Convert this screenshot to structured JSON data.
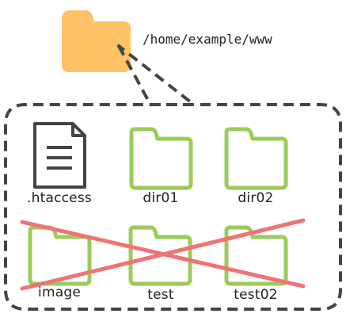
{
  "parent": {
    "path": "/home/example/www",
    "icon": "folder-icon",
    "color": "#FFC266"
  },
  "items": [
    {
      "name": ".htaccess",
      "icon": "file-icon",
      "color": "#444444",
      "excluded": false
    },
    {
      "name": "dir01",
      "icon": "folder-outline-icon",
      "color": "#9BCB5A",
      "excluded": false
    },
    {
      "name": "dir02",
      "icon": "folder-outline-icon",
      "color": "#9BCB5A",
      "excluded": false
    },
    {
      "name": "image",
      "icon": "folder-outline-icon",
      "color": "#9BCB5A",
      "excluded": true
    },
    {
      "name": "test",
      "icon": "folder-outline-icon",
      "color": "#9BCB5A",
      "excluded": true
    },
    {
      "name": "test02",
      "icon": "folder-outline-icon",
      "color": "#9BCB5A",
      "excluded": true
    }
  ],
  "colors": {
    "container_border": "#444444",
    "cross": "#F07373"
  }
}
